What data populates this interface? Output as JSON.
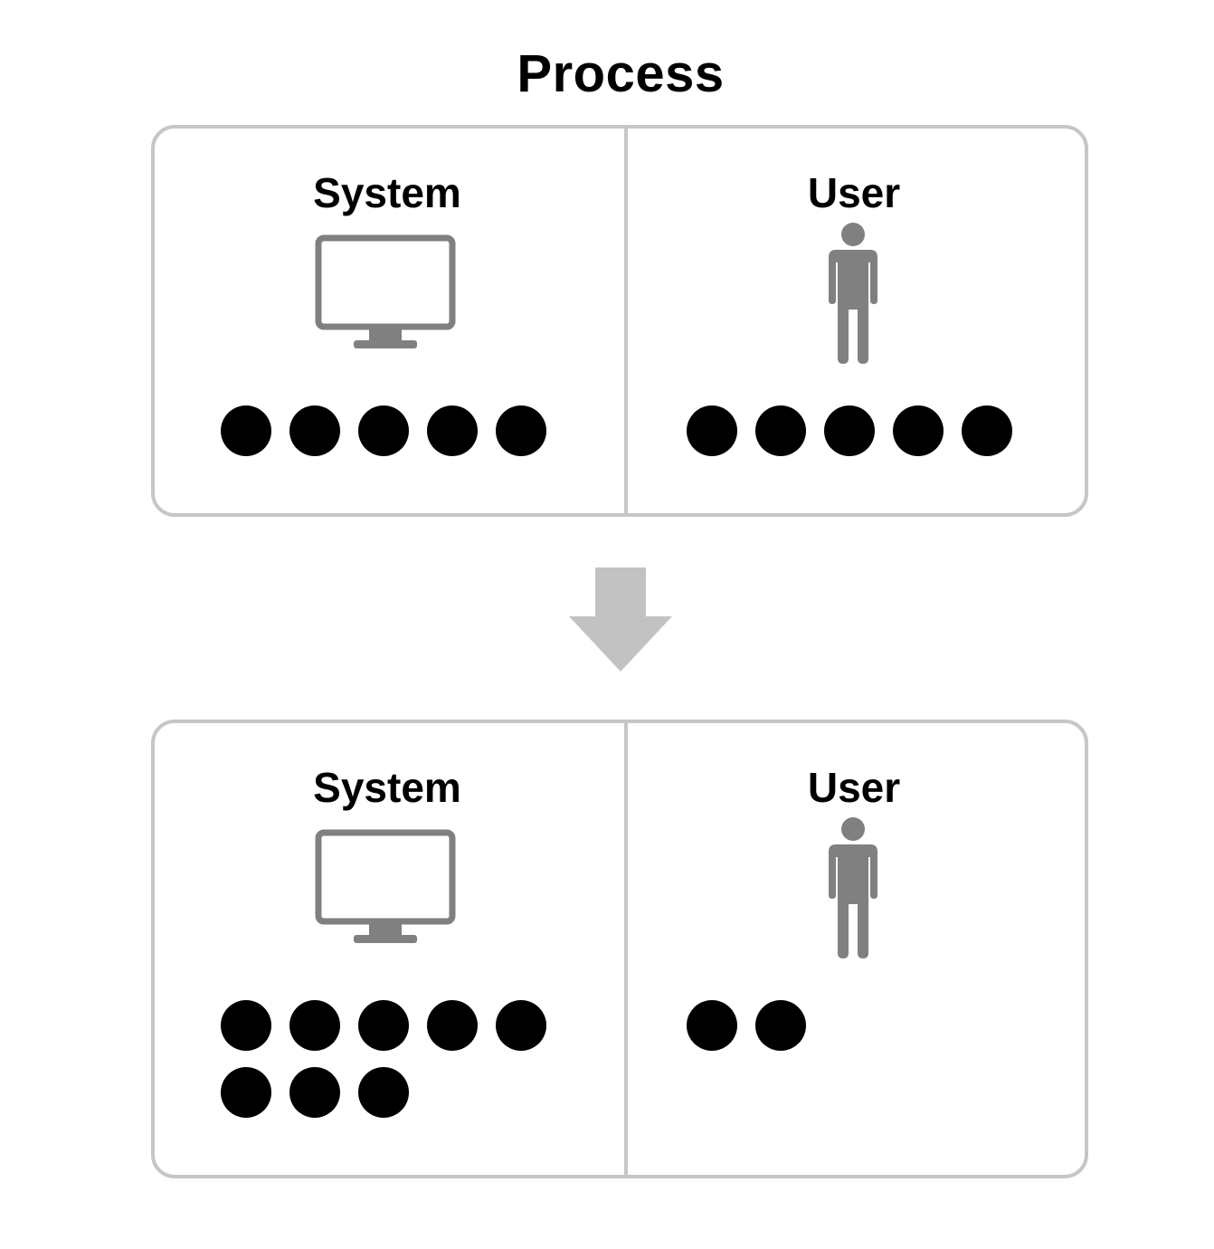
{
  "title": "Process",
  "colors": {
    "border": "#c6c6c6",
    "icon": "#808080",
    "dot": "#000000",
    "arrow": "#c2c2c2"
  },
  "panels": [
    {
      "left": {
        "label": "System",
        "icon": "monitor-icon",
        "count": 5
      },
      "right": {
        "label": "User",
        "icon": "person-icon",
        "count": 5
      }
    },
    {
      "left": {
        "label": "System",
        "icon": "monitor-icon",
        "count": 8
      },
      "right": {
        "label": "User",
        "icon": "person-icon",
        "count": 2
      }
    }
  ],
  "transition_icon": "down-arrow-icon"
}
